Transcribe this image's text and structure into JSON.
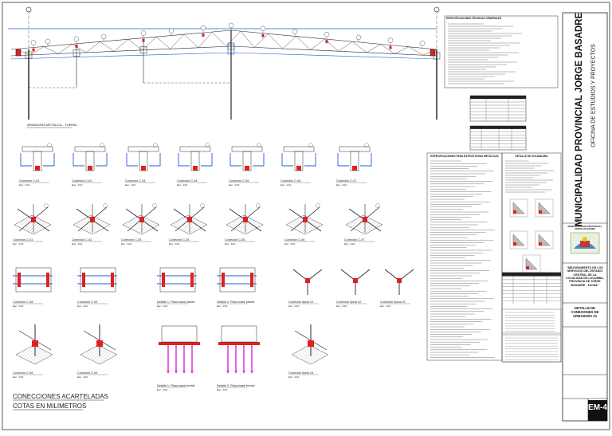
{
  "sheet": {
    "section_title": "ARMADURA METÁLICA - TIJERAL",
    "footer_line1": "CONECCIONES ACARTELADAS",
    "footer_line2": "COTAS EN MILIMETROS",
    "accent_blue": "#1f5fd6",
    "accent_red": "#e02020",
    "accent_magenta": "#e040e0",
    "line_color": "#2a2a2a"
  },
  "connections": {
    "row1": [
      "Conexión C-01",
      "Conexión C-02",
      "Conexión C-03",
      "Conexión C-04",
      "Conexión C-05",
      "Conexión C-06",
      "Conexión C-07"
    ],
    "row2": [
      "Conexión C-01",
      "Conexión C-02",
      "Conexión C-03",
      "Conexión C-04",
      "Conexión C-05",
      "Conexión C-06",
      "Conexión C-07"
    ],
    "row3": [
      "Conexión C-08",
      "Conexión C-09",
      "Detalle 1: Placa base planta",
      "Detalle 2: Placa base planta",
      "Conexión típica 01",
      "Conexión típica 02",
      "Conexión típica 03"
    ],
    "row4": [
      "Conexión C-08",
      "Conexión C-09",
      "Detalle 1: Placa base frontal",
      "Detalle 2: Placa base frontal",
      "Conexión típica 04"
    ],
    "scale": "Esc.: 1/10"
  },
  "notes": {
    "general_title": "ESPECIFICACIONES TÉCNICAS GENERALES",
    "steel_title": "ESPECIFICACIONES PARA ESTRUCTURAS METÁLICAS",
    "detail_title": "DETALLE DE SOLDADURA"
  },
  "title_block": {
    "institution": "MUNICIPALIDAD PROVINCIAL JORGE BASADRE",
    "office": "OFICINA DE ESTUDIOS Y PROYECTOS",
    "logo_caption": "MUNICIPALIDAD PROVINCIAL JORGE BASADRE",
    "project": "\"MEJORAMIENTO DE LOS SERVICIOS DEL ESTADIO CENTRAL DE LA LOCALIDAD DE LOCUMBA, PROVINCIA DE JORGE BASADRE - TACNA\"",
    "drawing_title": "DETALLE DE CONEXIONES DE ARMADURA 01",
    "sheet_number": "EM-4"
  }
}
